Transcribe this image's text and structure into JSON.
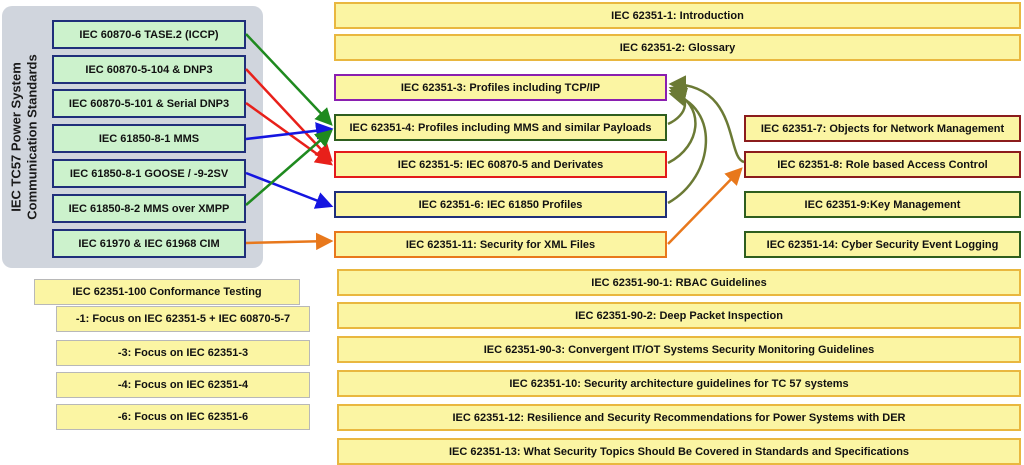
{
  "panel_title": [
    "IEC TC57 Power System",
    "Communication Standards"
  ],
  "sources": [
    "IEC 60870-6 TASE.2 (ICCP)",
    "IEC 60870-5-104 & DNP3",
    "IEC 60870-5-101 & Serial DNP3",
    "IEC 61850-8-1 MMS",
    "IEC 61850-8-1 GOOSE / -9-2SV",
    "IEC 61850-8-2 MMS over XMPP",
    "IEC 61970 & IEC 61968 CIM"
  ],
  "parts": {
    "p1": "IEC 62351-1: Introduction",
    "p2": "IEC 62351-2: Glossary",
    "p3": "IEC 62351-3: Profiles including TCP/IP",
    "p4": "IEC 62351-4: Profiles including MMS and similar Payloads",
    "p5": "IEC 62351-5: IEC 60870-5 and Derivates",
    "p6": "IEC 62351-6: IEC 61850 Profiles",
    "p11": "IEC 62351-11: Security for XML Files",
    "p7": "IEC 62351-7: Objects for Network Management",
    "p8": "IEC 62351-8: Role based Access Control",
    "p9": "IEC 62351-9:Key Management",
    "p14": "IEC 62351-14: Cyber Security Event Logging"
  },
  "guidelines": [
    "IEC 62351-90-1: RBAC Guidelines",
    "IEC 62351-90-2: Deep Packet Inspection",
    "IEC 62351-90-3: Convergent IT/OT Systems Security Monitoring Guidelines",
    "IEC 62351-10: Security architecture guidelines for TC 57 systems",
    "IEC 62351-12: Resilience and Security Recommendations for Power Systems with DER",
    "IEC 62351-13: What Security Topics Should Be Covered in Standards and Specifications"
  ],
  "conformance": {
    "title": "IEC 62351-100 Conformance Testing",
    "items": [
      "-1: Focus on IEC 62351-5 + IEC 60870-5-7",
      "-3: Focus on IEC 62351-3",
      "-4: Focus on IEC 62351-4",
      "-6: Focus on IEC 62351-6"
    ]
  },
  "colors": {
    "green": "#1f8a1f",
    "red": "#e8201a",
    "blue": "#1515e0",
    "orange": "#e8781c",
    "olive": "#6b7a35",
    "navy_border": "#1f2f7a",
    "purple_border": "#8a1fb0",
    "red_border": "#e31b1b",
    "dark_red_border": "#8b1c1c",
    "dark_green_border": "#2e5e1e",
    "orange_border": "#e8781c",
    "gold_border": "#e9b73f",
    "panel_bg": "#d0d5dd",
    "source_bg": "#ccf2cc",
    "doc_bg": "#fbf5a3"
  }
}
